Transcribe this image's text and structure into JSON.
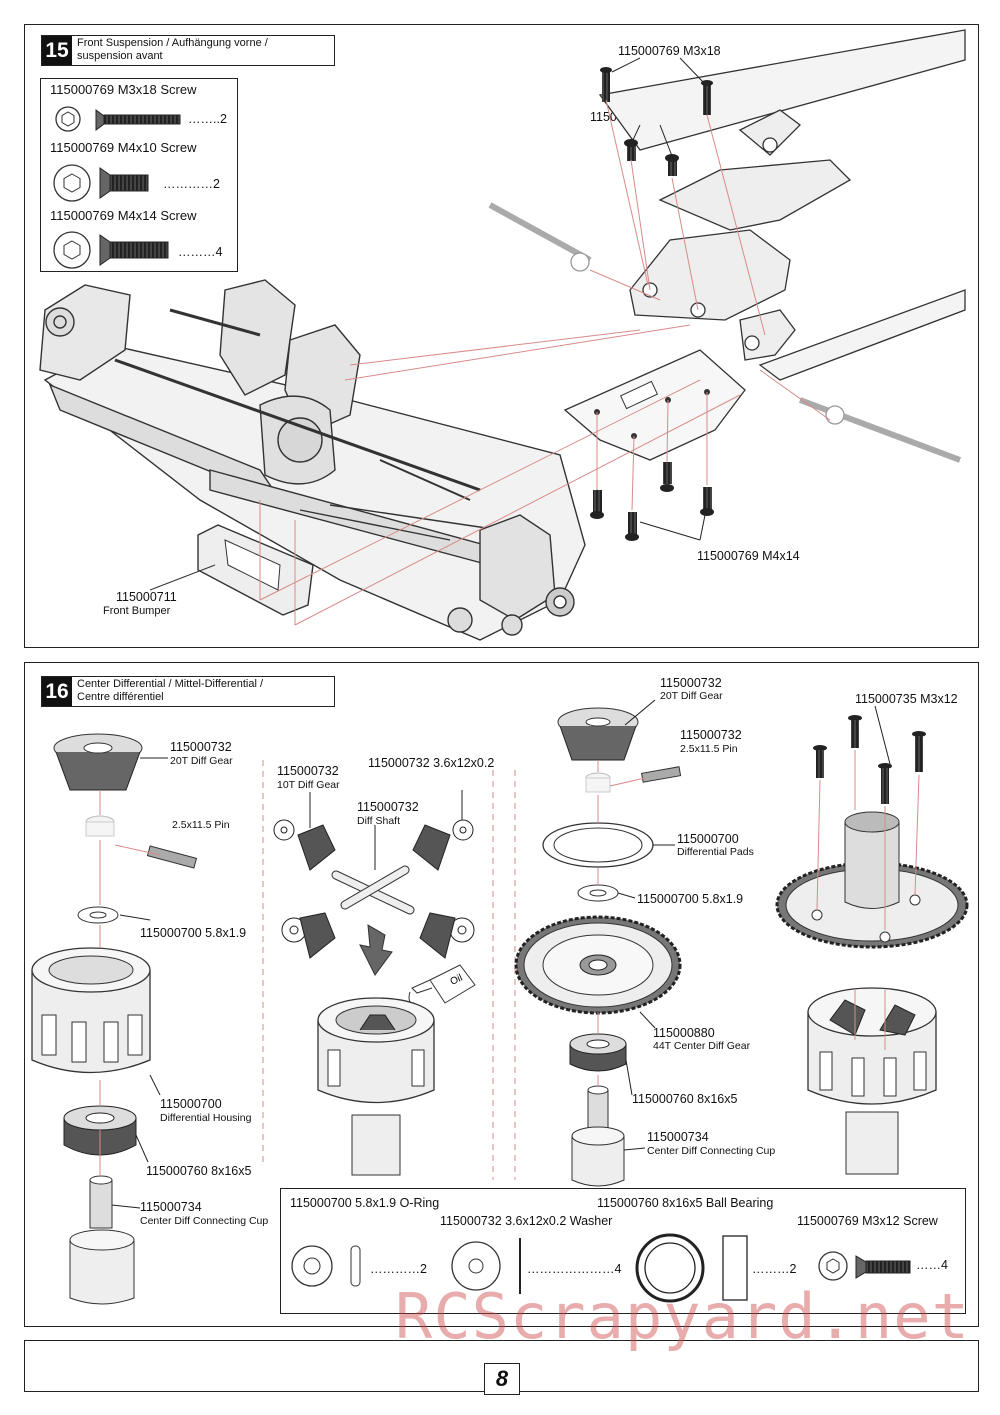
{
  "step15": {
    "number": "15",
    "title_l1": "Front Suspension / Aufhängung vorne /",
    "title_l2": "suspension avant",
    "parts": [
      {
        "label": "115000769  M3x18 Screw",
        "qty": "……..2"
      },
      {
        "label": "115000769  M4x10 Screw",
        "qty": "…………2"
      },
      {
        "label": "115000769  M4x14 Screw",
        "qty": "………4"
      }
    ],
    "callouts": {
      "m3x18": "115000769 M3x18",
      "m4x10": "115000769 M4x10",
      "m4x14": "115000769  M4x14",
      "bumper_pn": "115000711",
      "bumper_name": "Front Bumper"
    }
  },
  "step16": {
    "number": "16",
    "title_l1": "Center Differential / Mittel-Differential /",
    "title_l2": "Centre différentiel",
    "left": {
      "gear_pn": "115000732",
      "gear_name": "20T Diff Gear",
      "pin": "2.5x11.5 Pin",
      "oring": "115000700 5.8x1.9",
      "housing_pn": "115000700",
      "housing_name": "Differential Housing",
      "bearing": "115000760  8x16x5",
      "cup_pn": "115000734",
      "cup_name": "Center Diff Connecting Cup"
    },
    "mid": {
      "gear_pn": "115000732",
      "gear_name": "10T Diff Gear",
      "washer": "115000732 3.6x12x0.2",
      "shaft_pn": "115000732",
      "shaft_name": "Diff Shaft",
      "oil": "Oil"
    },
    "right": {
      "gear_pn": "115000732",
      "gear_name": "20T Diff Gear",
      "pin_pn": "115000732",
      "pin_name": "2.5x11.5 Pin",
      "pads_pn": "115000700",
      "pads_name": "Differential Pads",
      "oring": "115000700 5.8x1.9",
      "spur_pn": "115000880",
      "spur_name": "44T Center Diff Gear",
      "bearing": "115000760 8x16x5",
      "cup_pn": "115000734",
      "cup_name": "Center Diff Connecting Cup",
      "screw": "115000735  M3x12"
    },
    "parts": {
      "oring": {
        "label": "115000700  5.8x1.9 O-Ring",
        "qty": "…………2"
      },
      "washer": {
        "label": "115000732  3.6x12x0.2 Washer",
        "qty": "…………………4"
      },
      "bearing": {
        "label": "115000760  8x16x5 Ball Bearing",
        "qty": "………2"
      },
      "screw": {
        "label": "115000769  M3x12 Screw",
        "qty": "……4"
      }
    }
  },
  "watermark": "RCScrapyard.net",
  "page_number": "8",
  "colors": {
    "leader": "#d98a8a",
    "dark": "#222222",
    "part": "#555555"
  }
}
